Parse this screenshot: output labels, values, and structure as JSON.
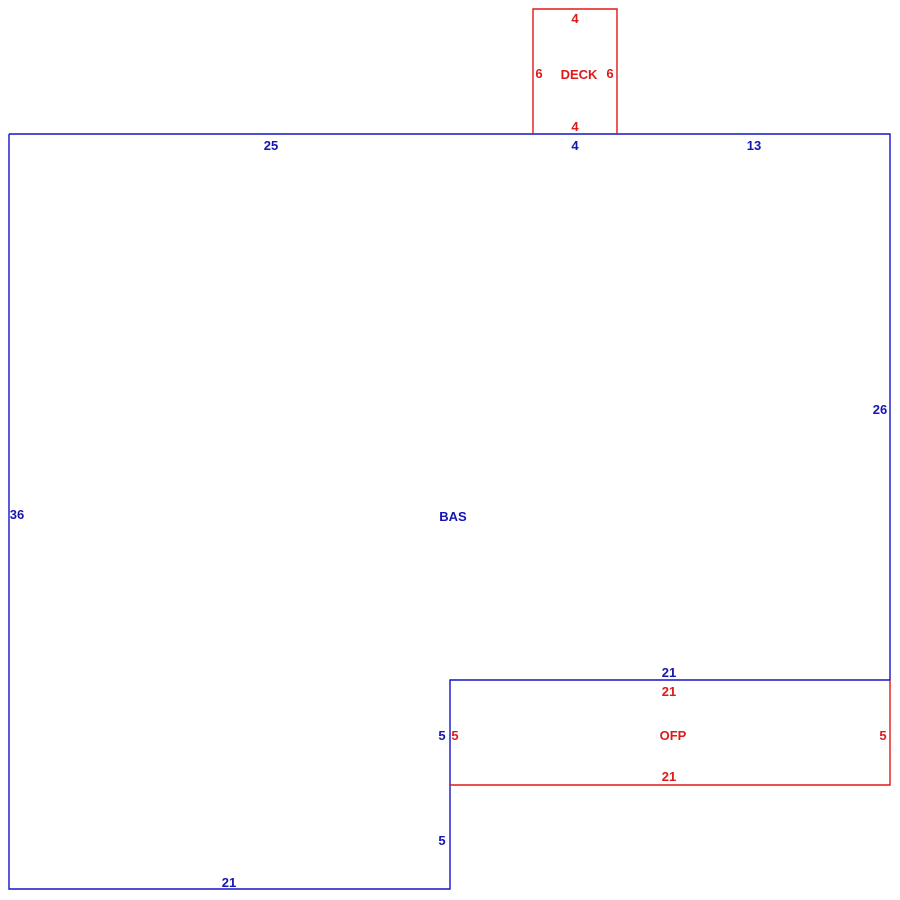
{
  "colors": {
    "bas": "#1515c8",
    "bas_text": "#1515b0",
    "red": "#e01818",
    "red_text": "#dd1a1a",
    "background": "#ffffff"
  },
  "areas": {
    "bas": {
      "label": "BAS",
      "dims": {
        "top_left": "25",
        "top_mid": "4",
        "top_right": "13",
        "right": "26",
        "left": "36",
        "bottom": "21",
        "step_upper": "5",
        "step_lower": "5",
        "step_top": "21"
      }
    },
    "deck": {
      "label": "DECK",
      "dims": {
        "top": "4",
        "bottom": "4",
        "left": "6",
        "right": "6"
      }
    },
    "ofp": {
      "label": "OFP",
      "dims": {
        "top": "21",
        "bottom": "21",
        "left": "5",
        "right": "5"
      }
    }
  }
}
